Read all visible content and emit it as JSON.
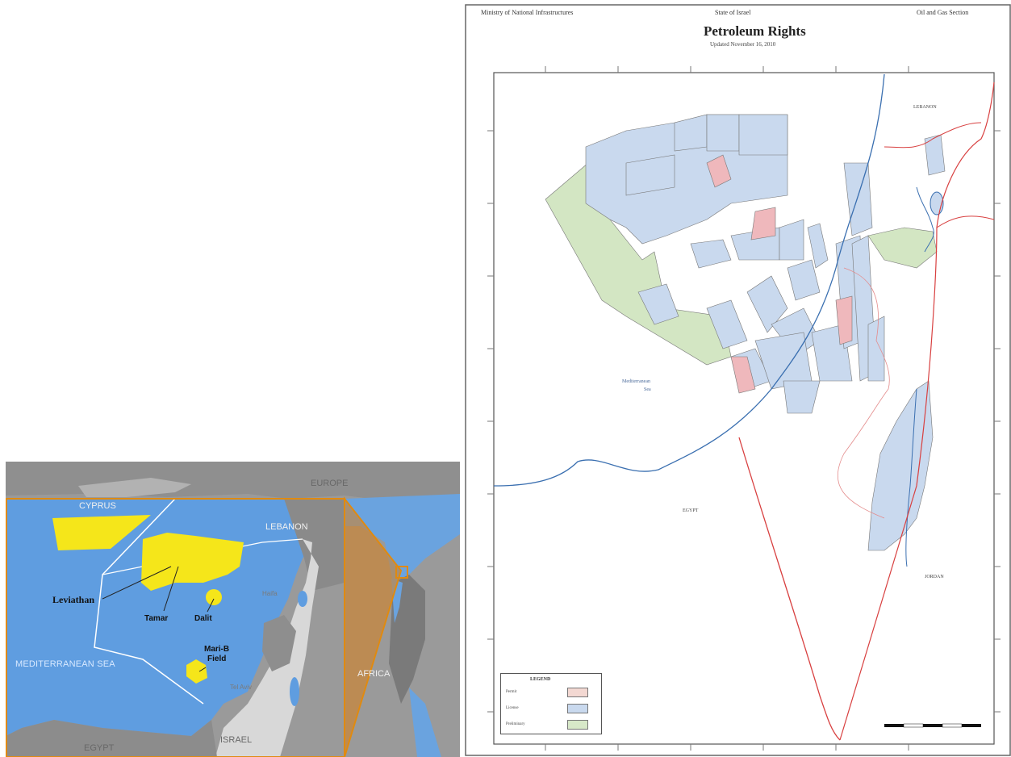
{
  "inset_map": {
    "labels": {
      "cyprus": "CYPRUS",
      "europe": "EUROPE",
      "lebanon": "LEBANON",
      "haifa": "Haifa",
      "leviathan": "Leviathan",
      "tamar": "Tamar",
      "dalit": "Dalit",
      "mari_b": "Mari-B",
      "field": "Field",
      "mediterranean_sea": "MEDITERRANEAN SEA",
      "tel_aviv": "Tel Aviv",
      "africa": "AFRICA",
      "egypt": "EGYPT",
      "israel": "ISRAEL"
    },
    "colors": {
      "sea": "#5f9de0",
      "land": "#9a9a9a",
      "israel_land": "#d8d8d8",
      "gas_field": "#f5e61a",
      "highlight_border": "#e08a10"
    }
  },
  "petroleum_map": {
    "header_left": "Ministry of National Infrastructures",
    "header_center": "State of Israel",
    "header_right": "Oil and Gas Section",
    "title": "Petroleum Rights",
    "subtitle": "Updated November 16, 2010",
    "sea_label_line1": "Mediterranean",
    "sea_label_line2": "Sea",
    "lebanon": "LEBANON",
    "egypt": "EGYPT",
    "jordan": "JORDAN",
    "legend": {
      "title": "LEGEND",
      "rows": [
        {
          "label": "Permit",
          "color": "#f3d8d2"
        },
        {
          "label": "License",
          "color": "#c9d9ee"
        },
        {
          "label": "Preliminary",
          "color": "#d7e8c8"
        }
      ]
    },
    "colors": {
      "license_blue": "#c9d9ee",
      "permit_pink": "#efb8bc",
      "preliminary_green": "#d3e6c3",
      "border_red": "#d84040",
      "coast_blue": "#3a6fb0"
    }
  }
}
